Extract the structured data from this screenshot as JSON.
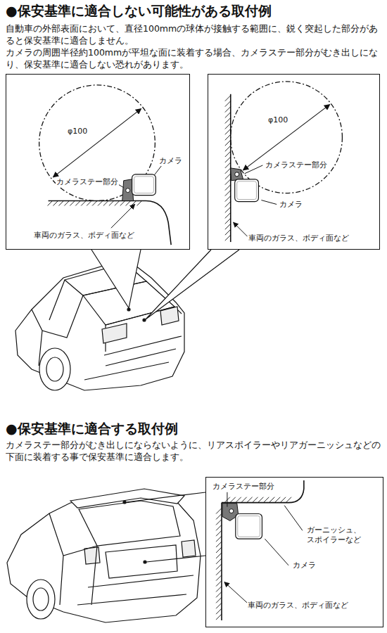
{
  "diagram": {
    "nodes": [
      {
        "text": [
          "φ100",
          "カメラステー部分",
          "カメラ",
          "車両のガラス、ボディ面など"
        ]
      },
      {
        "text": [
          "φ100",
          "カメラステー部分",
          "カメラ",
          "車両のガラス、ボディ面など"
        ]
      },
      {
        "text": [
          "カメラステー部分",
          "ガーニッシュ、 スポイラーなど",
          "カメラ",
          "車両のガラス、ボディ面など"
        ]
      }
    ],
    "labels": [
      "●保安基準に適合しない可能性がある取付例",
      "自動車の外部表面において、直径100mmの球体が接触する範囲に、鋭く突起した部分があると保安基準に適合しません。",
      "カメラの周囲半径約100mmが平坦な面に装着する場合、カメラステー部分がむき出しになり、保安基準に適合しない恐れがあります。",
      "●保安基準に適合する取付例",
      "カメラステー部分がむき出しにならないように、リアスポイラーやリアガーニッシュなどの下面に装着する事で保安基準に適合します。"
    ]
  }
}
